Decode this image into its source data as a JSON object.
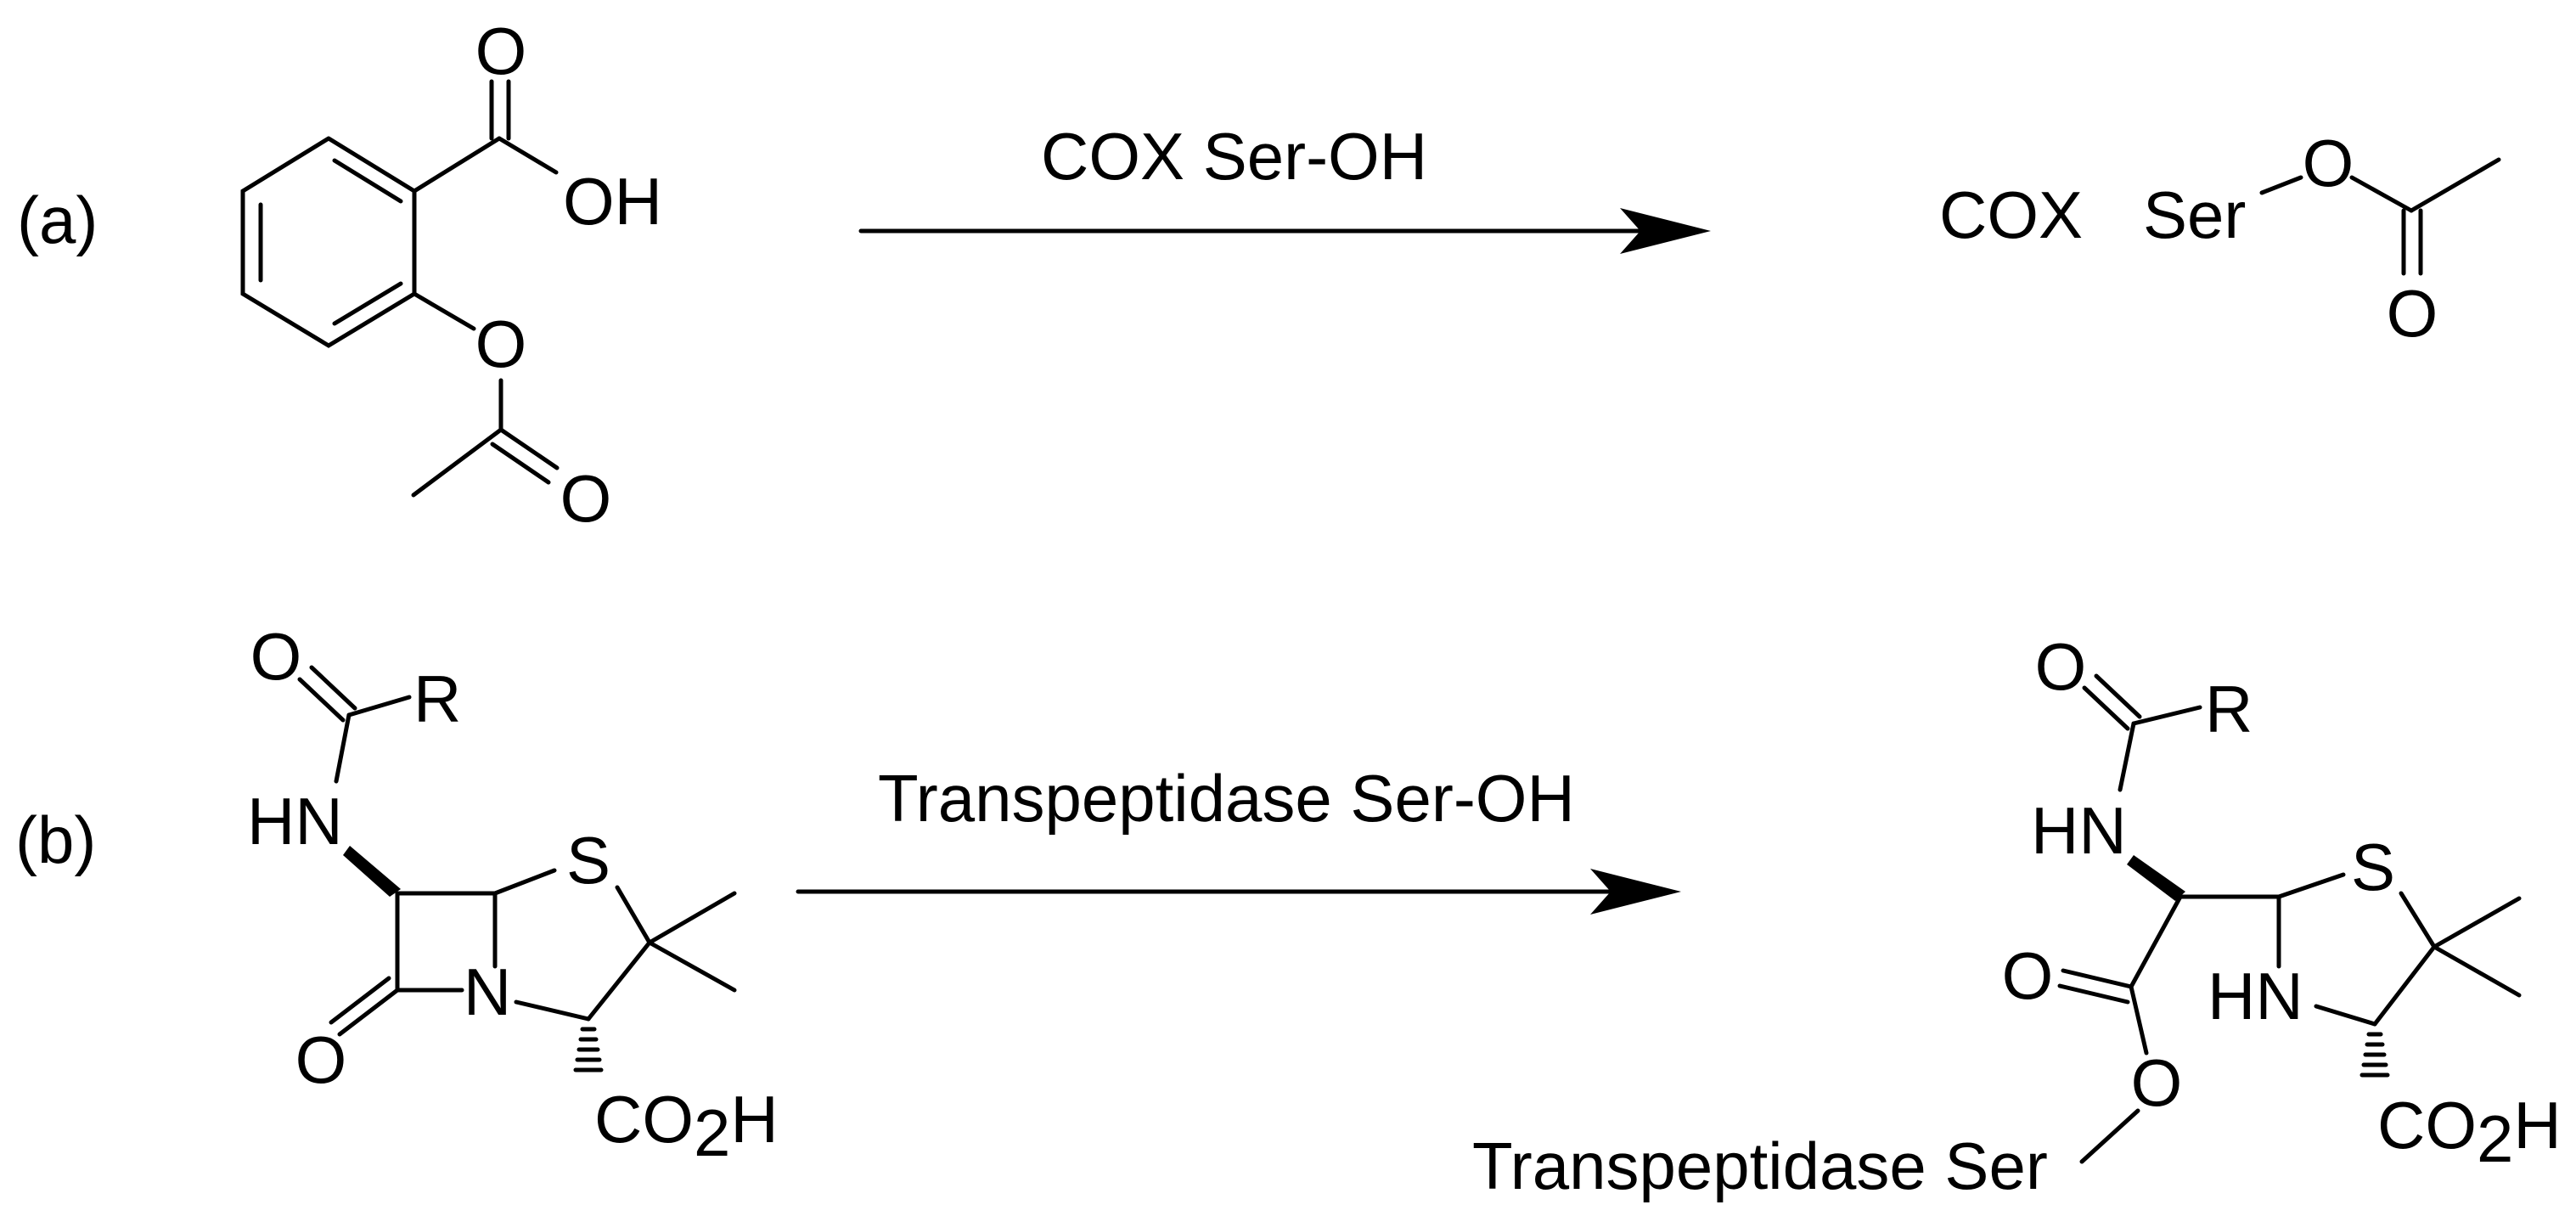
{
  "panel_a": {
    "label": "(a)",
    "aspirin": {
      "carbonyl_o": "O",
      "acid_oh": "OH",
      "ester_o": "O",
      "acetyl_o": "O"
    },
    "reagent": "COX Ser-OH",
    "product": {
      "enzyme": "COX",
      "serine": "Ser",
      "ester_o": "O",
      "carbonyl_o": "O"
    }
  },
  "panel_b": {
    "label": "(b)",
    "penicillin": {
      "amide_o": "O",
      "r_group": "R",
      "nh": "HN",
      "sulfur": "S",
      "nitrogen": "N",
      "lactam_o": "O",
      "acid_co": "CO",
      "acid_sub": "2",
      "acid_h": "H"
    },
    "reagent": "Transpeptidase Ser-OH",
    "product": {
      "amide_o": "O",
      "r_group": "R",
      "nh": "HN",
      "sulfur": "S",
      "ring_nh": "HN",
      "ester_carbonyl_o": "O",
      "ester_o": "O",
      "acid_co": "CO",
      "acid_sub": "2",
      "acid_h": "H",
      "enzyme_serine": "Transpeptidase Ser"
    }
  }
}
